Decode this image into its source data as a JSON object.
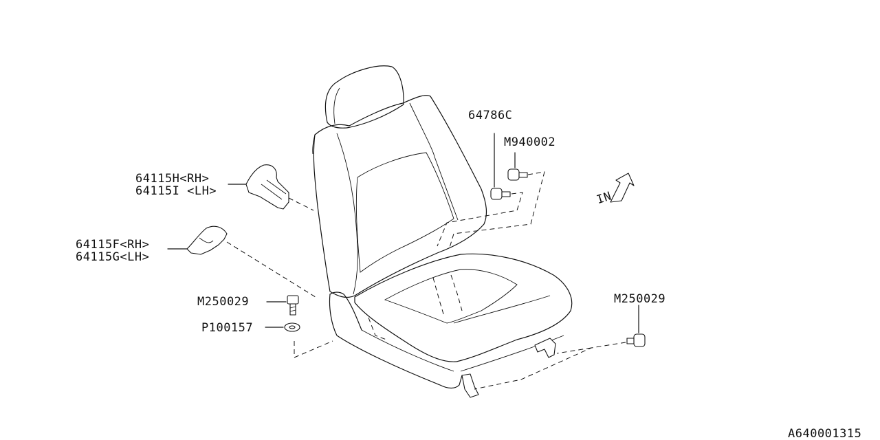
{
  "diagram": {
    "labels": {
      "p64786c": "64786C",
      "pm940002": "M940002",
      "p64115h": "64115H<RH>",
      "p64115i": "64115I <LH>",
      "p64115f": "64115F<RH>",
      "p64115g": "64115G<LH>",
      "pm250029_left": "M250029",
      "pp100157": "P100157",
      "pm250029_right": "M250029"
    },
    "direction_marker": "IN",
    "drawing_code": "A640001315"
  }
}
